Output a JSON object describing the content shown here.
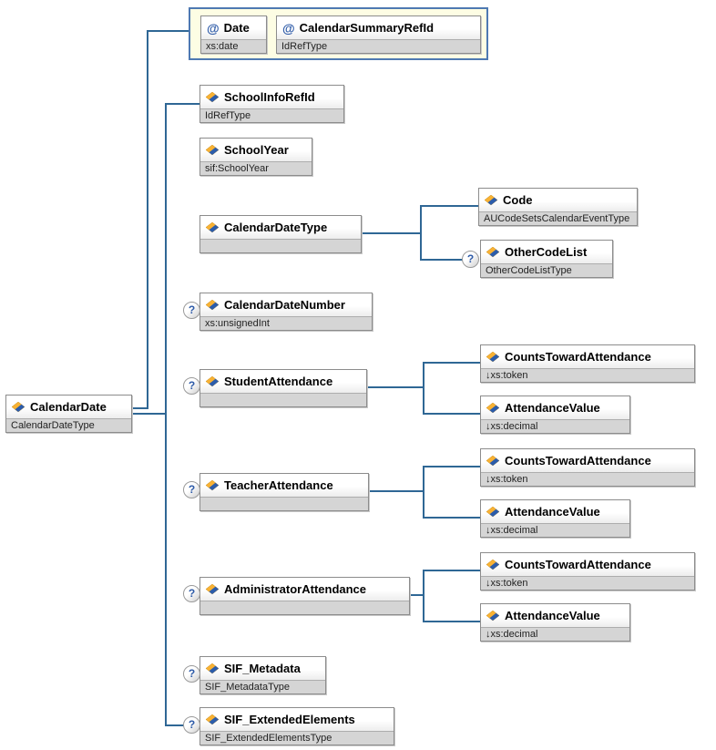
{
  "diagram": {
    "attribute_glyph": "@",
    "optional_glyph": "?",
    "root": {
      "name": "CalendarDate",
      "type": "CalendarDateType"
    },
    "attribute_group": {
      "attributes": [
        {
          "name": "Date",
          "type": "xs:date"
        },
        {
          "name": "CalendarSummaryRefId",
          "type": "IdRefType"
        }
      ]
    },
    "children": [
      {
        "name": "SchoolInfoRefId",
        "type": "IdRefType"
      },
      {
        "name": "SchoolYear",
        "type": "sif:SchoolYear"
      },
      {
        "name": "CalendarDateType",
        "type": "",
        "children": [
          {
            "name": "Code",
            "type": "AUCodeSetsCalendarEventType"
          },
          {
            "name": "OtherCodeList",
            "type": "OtherCodeListType",
            "optional": true
          }
        ]
      },
      {
        "name": "CalendarDateNumber",
        "type": "xs:unsignedInt",
        "optional": true
      },
      {
        "name": "StudentAttendance",
        "type": "",
        "optional": true,
        "children": [
          {
            "name": "CountsTowardAttendance",
            "type": "↓xs:token"
          },
          {
            "name": "AttendanceValue",
            "type": "↓xs:decimal"
          }
        ]
      },
      {
        "name": "TeacherAttendance",
        "type": "",
        "optional": true,
        "children": [
          {
            "name": "CountsTowardAttendance",
            "type": "↓xs:token"
          },
          {
            "name": "AttendanceValue",
            "type": "↓xs:decimal"
          }
        ]
      },
      {
        "name": "AdministratorAttendance",
        "type": "",
        "optional": true,
        "children": [
          {
            "name": "CountsTowardAttendance",
            "type": "↓xs:token"
          },
          {
            "name": "AttendanceValue",
            "type": "↓xs:decimal"
          }
        ]
      },
      {
        "name": "SIF_Metadata",
        "type": "SIF_MetadataType",
        "optional": true
      },
      {
        "name": "SIF_ExtendedElements",
        "type": "SIF_ExtendedElementsType",
        "optional": true
      }
    ]
  }
}
